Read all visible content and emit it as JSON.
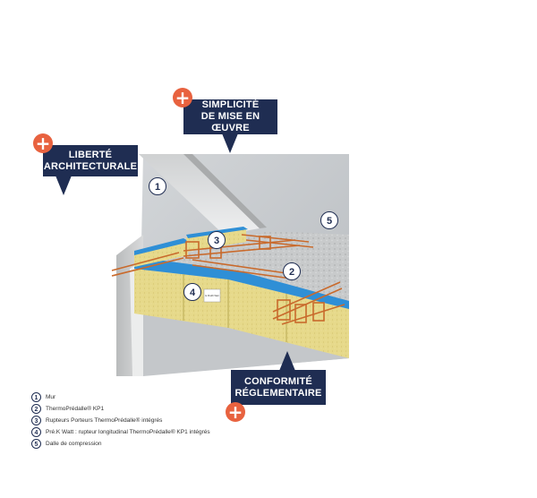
{
  "colors": {
    "navy": "#1f2d52",
    "accent": "#e8623f",
    "insulation": "#e6d98a",
    "blue_strip": "#2f8fd6",
    "rebar": "#c96a2c",
    "concrete": "#c9cbcc"
  },
  "callouts": {
    "liberte": {
      "line1": "LIBERTÉ",
      "line2": "ARCHITECTURALE",
      "icon": "plus-icon"
    },
    "simplicite": {
      "line1": "SIMPLICITÉ",
      "line2": "DE MISE EN ŒUVRE",
      "icon": "plus-icon"
    },
    "conformite": {
      "line1": "CONFORMITÉ",
      "line2": "RÉGLEMENTAIRE",
      "icon": "plus-icon"
    }
  },
  "badges": [
    "1",
    "2",
    "3",
    "4",
    "5"
  ],
  "label_tag": "E PrédK Watt",
  "legend": [
    {
      "num": "1",
      "text": "Mur"
    },
    {
      "num": "2",
      "text": "ThermoPrédalle® KP1"
    },
    {
      "num": "3",
      "text": "Rupteurs Porteurs ThermoPrédalle® intégrés"
    },
    {
      "num": "4",
      "text": "Pré.K Watt : rupteur longitudinal ThermoPrédalle® KP1 intégrés"
    },
    {
      "num": "5",
      "text": "Dalle de compression"
    }
  ]
}
